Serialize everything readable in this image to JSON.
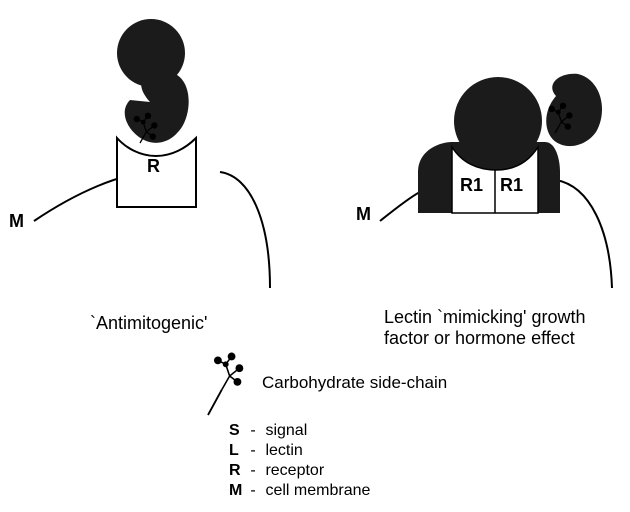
{
  "membrane_label": "M",
  "receptor_label": "R",
  "receptor_pair_labels": [
    "R1",
    "R1"
  ],
  "left_caption": "`Antimitogenic'",
  "right_caption_line1": "Lectin `mimicking' growth",
  "right_caption_line2": "factor or hormone effect",
  "carbohydrate_label": "Carbohydrate side-chain",
  "key": [
    {
      "letter": "S",
      "sep": "-",
      "meaning": "signal"
    },
    {
      "letter": "L",
      "sep": "-",
      "meaning": "lectin"
    },
    {
      "letter": "R",
      "sep": "-",
      "meaning": "receptor"
    },
    {
      "letter": "M",
      "sep": "-",
      "meaning": "cell membrane"
    }
  ]
}
